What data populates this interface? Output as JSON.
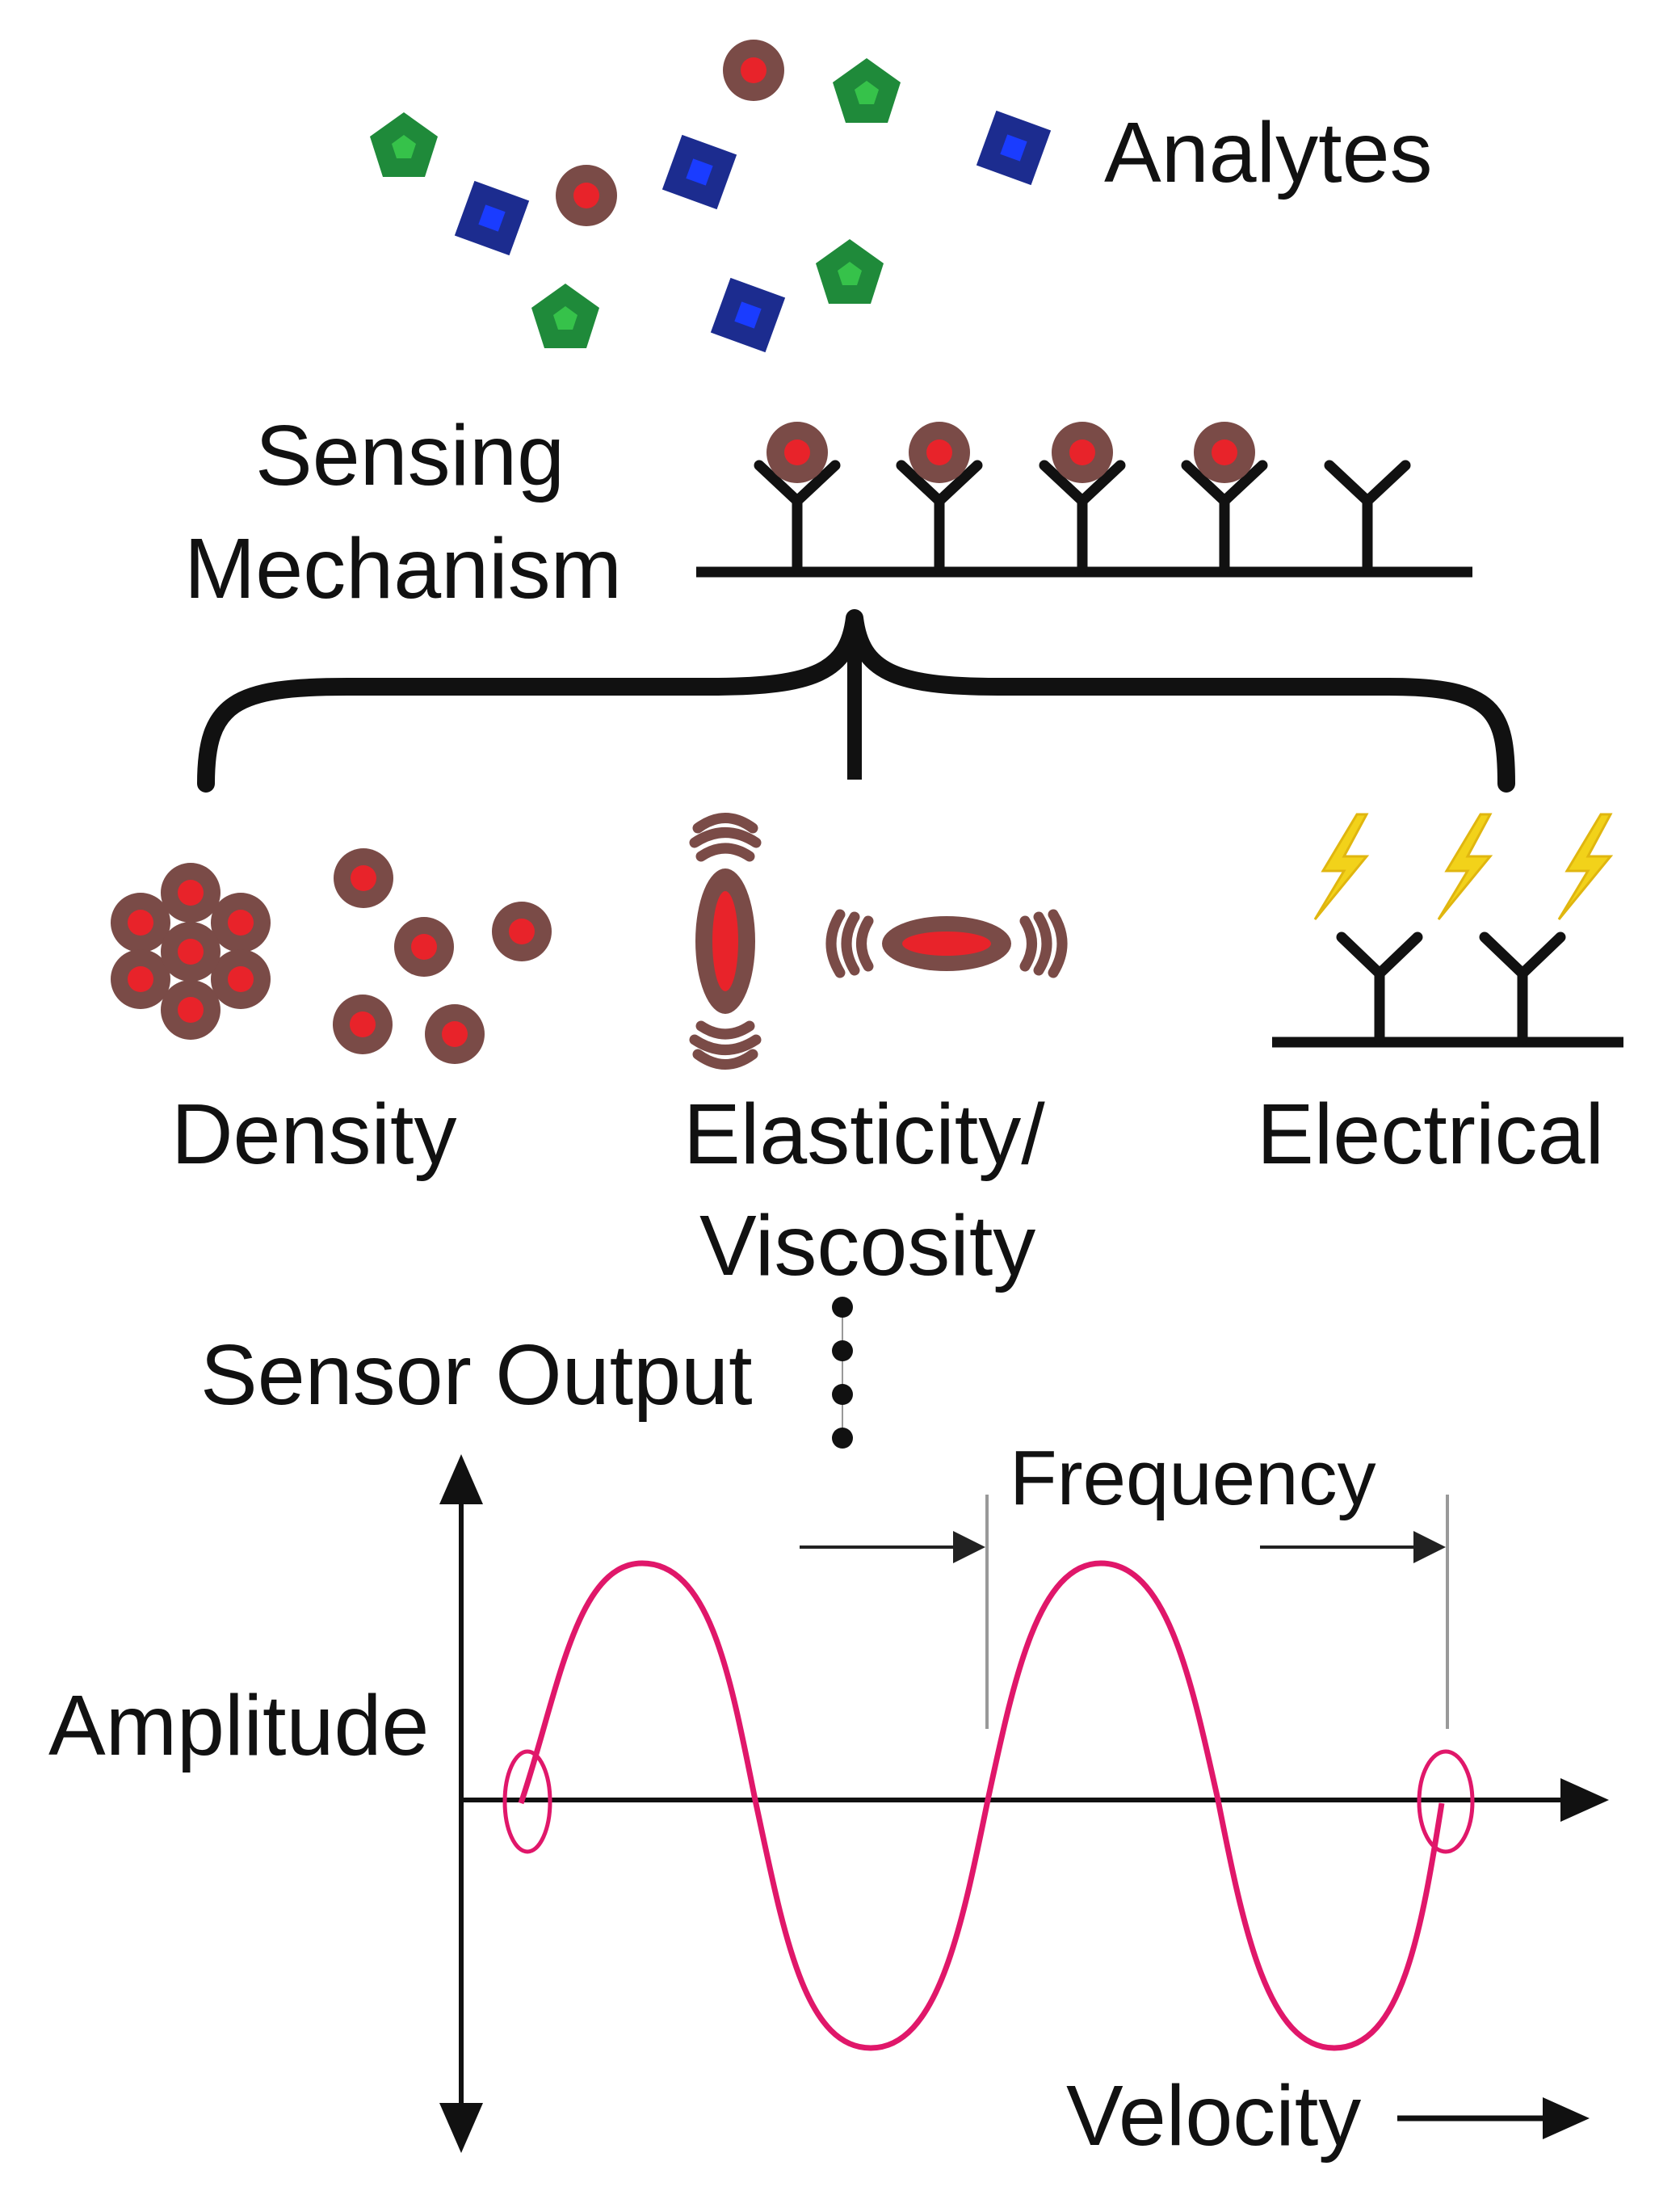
{
  "labels": {
    "analytes": "Analytes",
    "sensing_line1": "Sensing",
    "sensing_line2": "Mechanism",
    "density": "Density",
    "elasticity_line1": "Elasticity/",
    "elasticity_line2": "Viscosity",
    "electrical": "Electrical",
    "sensor_output": "Sensor Output",
    "frequency": "Frequency",
    "amplitude": "Amplitude",
    "velocity": "Velocity"
  },
  "colors": {
    "ink": "#111111",
    "analyte_ring": "#7a4b47",
    "analyte_core": "#e8232a",
    "pentagon_fill": "#1f8a3a",
    "pentagon_core": "#36c24a",
    "square_fill": "#1c2c8f",
    "square_core": "#1a3cff",
    "lightning": "#f2d21a",
    "wave": "#e0176a"
  }
}
